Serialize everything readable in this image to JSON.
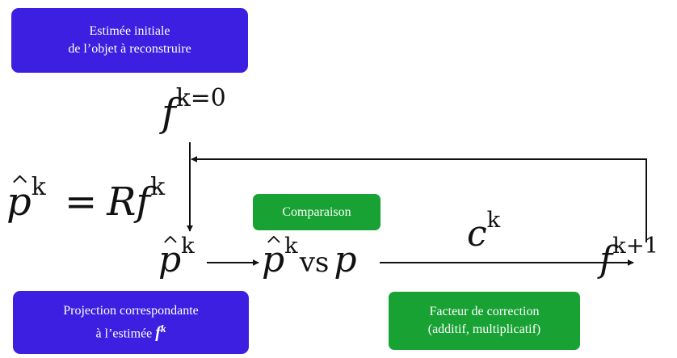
{
  "boxes": {
    "initial_estimate": {
      "line1": "Estimée initiale",
      "line2": "de l’objet à reconstruire",
      "color": "#3c1fe0"
    },
    "projection": {
      "line1": "Projection correspondante",
      "line2_text": "à l’estimée",
      "line2_symbol": "f",
      "line2_symbol_sup": "k",
      "color": "#3c1fe0"
    },
    "comparison": {
      "label": "Comparaison",
      "color": "#18a234"
    },
    "correction_factor": {
      "line1": "Facteur de correction",
      "line2": "(additif, multiplicatif)",
      "color": "#18a234"
    }
  },
  "math": {
    "f_initial": {
      "base": "f",
      "sup": "k=0"
    },
    "projection_eq": {
      "lhs_base": "p",
      "lhs_sup": "k",
      "equals": "=",
      "rhs_R": "R",
      "rhs_f": "f",
      "rhs_sup": "k"
    },
    "p_hat_left": {
      "base": "p",
      "sup": "k"
    },
    "compare_expr": {
      "lhs_base": "p",
      "lhs_sup": "k",
      "vs": "vs",
      "rhs": "p"
    },
    "correction": {
      "base": "c",
      "sup": "k"
    },
    "f_next": {
      "base": "f",
      "sup": "k+1"
    }
  }
}
